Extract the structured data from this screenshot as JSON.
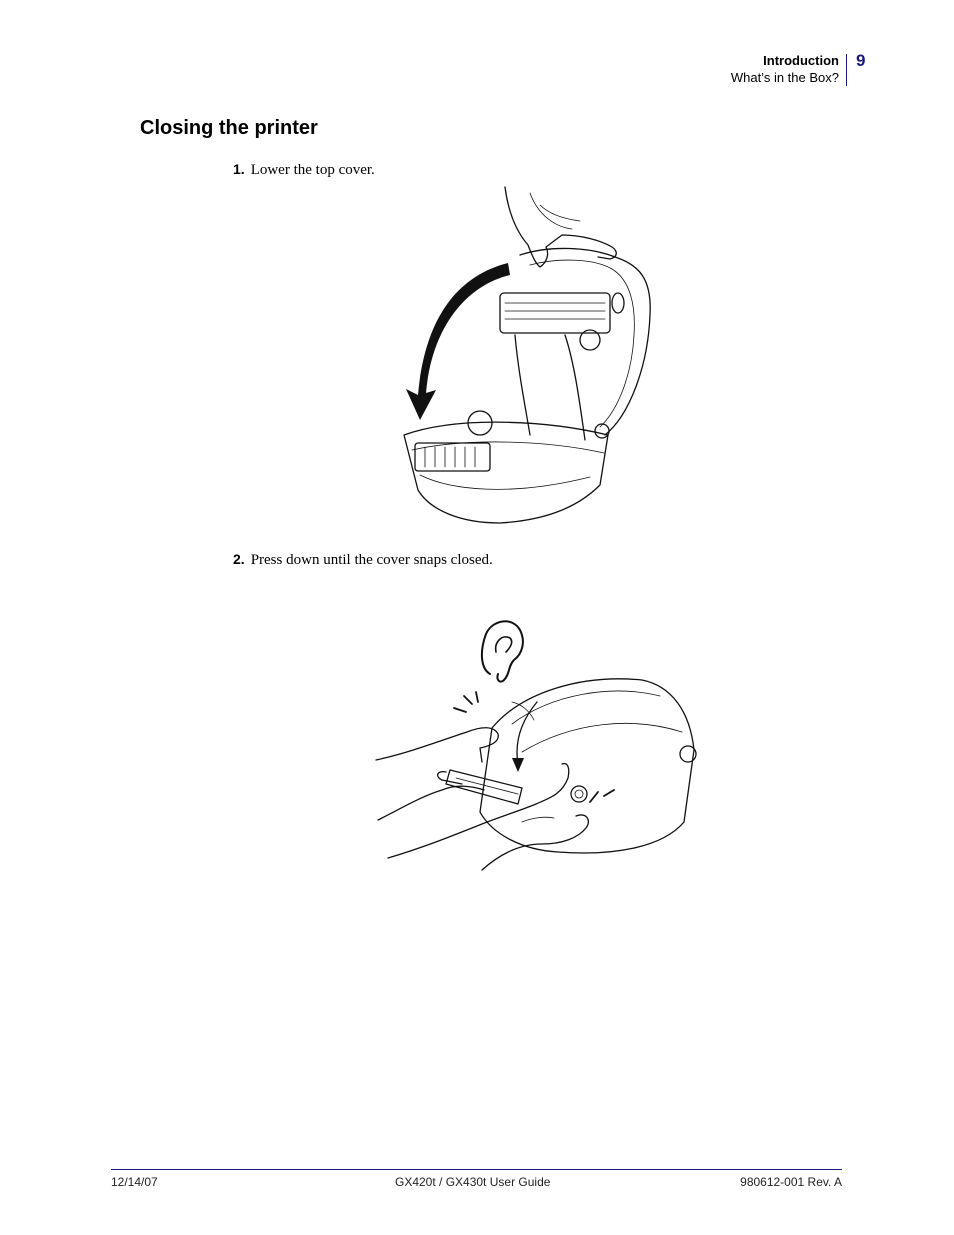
{
  "header": {
    "section": "Introduction",
    "subsection": "What’s in the Box?",
    "page_number": "9"
  },
  "title": "Closing the printer",
  "steps": [
    {
      "number": "1.",
      "text": "Lower the top cover."
    },
    {
      "number": "2.",
      "text": "Press down until the cover snaps closed."
    }
  ],
  "footer": {
    "date": "12/14/07",
    "guide": "GX420t / GX430t User Guide",
    "part": "980612-001 Rev. A"
  }
}
